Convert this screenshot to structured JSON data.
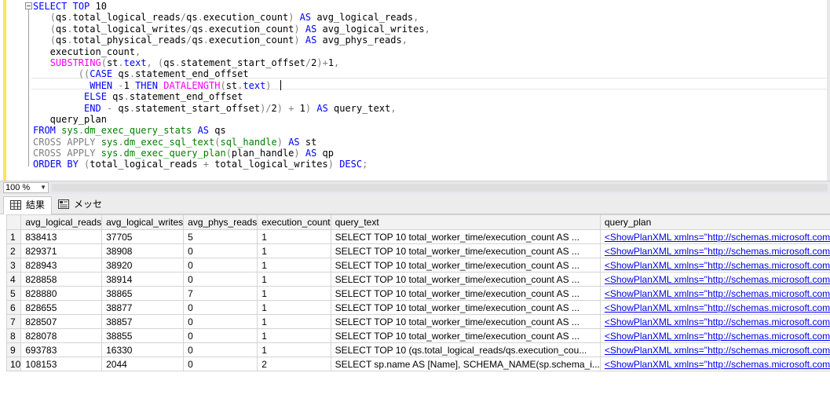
{
  "editor": {
    "lines": [
      [
        {
          "t": "SELECT",
          "c": "kw"
        },
        {
          "t": " "
        },
        {
          "t": "TOP",
          "c": "kw"
        },
        {
          "t": " 10"
        }
      ],
      [
        {
          "t": "   "
        },
        {
          "t": "(",
          "c": "op"
        },
        {
          "t": "qs"
        },
        {
          "t": ".",
          "c": "op"
        },
        {
          "t": "total_logical_reads"
        },
        {
          "t": "/",
          "c": "op"
        },
        {
          "t": "qs"
        },
        {
          "t": ".",
          "c": "op"
        },
        {
          "t": "execution_count"
        },
        {
          "t": ")",
          "c": "op"
        },
        {
          "t": " "
        },
        {
          "t": "AS",
          "c": "kw"
        },
        {
          "t": " avg_logical_reads"
        },
        {
          "t": ",",
          "c": "op"
        }
      ],
      [
        {
          "t": "   "
        },
        {
          "t": "(",
          "c": "op"
        },
        {
          "t": "qs"
        },
        {
          "t": ".",
          "c": "op"
        },
        {
          "t": "total_logical_writes"
        },
        {
          "t": "/",
          "c": "op"
        },
        {
          "t": "qs"
        },
        {
          "t": ".",
          "c": "op"
        },
        {
          "t": "execution_count"
        },
        {
          "t": ")",
          "c": "op"
        },
        {
          "t": " "
        },
        {
          "t": "AS",
          "c": "kw"
        },
        {
          "t": " avg_logical_writes"
        },
        {
          "t": ",",
          "c": "op"
        }
      ],
      [
        {
          "t": "   "
        },
        {
          "t": "(",
          "c": "op"
        },
        {
          "t": "qs"
        },
        {
          "t": ".",
          "c": "op"
        },
        {
          "t": "total_physical_reads"
        },
        {
          "t": "/",
          "c": "op"
        },
        {
          "t": "qs"
        },
        {
          "t": ".",
          "c": "op"
        },
        {
          "t": "execution_count"
        },
        {
          "t": ")",
          "c": "op"
        },
        {
          "t": " "
        },
        {
          "t": "AS",
          "c": "kw"
        },
        {
          "t": " avg_phys_reads"
        },
        {
          "t": ",",
          "c": "op"
        }
      ],
      [
        {
          "t": "   execution_count"
        },
        {
          "t": ",",
          "c": "op"
        }
      ],
      [
        {
          "t": "   "
        },
        {
          "t": "SUBSTRING",
          "c": "fn"
        },
        {
          "t": "(",
          "c": "op"
        },
        {
          "t": "st"
        },
        {
          "t": ".",
          "c": "op"
        },
        {
          "t": "text",
          "c": "kw"
        },
        {
          "t": ",",
          "c": "op"
        },
        {
          "t": " "
        },
        {
          "t": "(",
          "c": "op"
        },
        {
          "t": "qs"
        },
        {
          "t": ".",
          "c": "op"
        },
        {
          "t": "statement_start_offset"
        },
        {
          "t": "/",
          "c": "op"
        },
        {
          "t": "2"
        },
        {
          "t": ")+",
          "c": "op"
        },
        {
          "t": "1"
        },
        {
          "t": ",",
          "c": "op"
        }
      ],
      [
        {
          "t": "        "
        },
        {
          "t": "((",
          "c": "op"
        },
        {
          "t": "CASE",
          "c": "kw"
        },
        {
          "t": " qs"
        },
        {
          "t": ".",
          "c": "op"
        },
        {
          "t": "statement_end_offset"
        }
      ],
      [
        {
          "t": "          "
        },
        {
          "t": "WHEN",
          "c": "kw"
        },
        {
          "t": " "
        },
        {
          "t": "-",
          "c": "op"
        },
        {
          "t": "1 "
        },
        {
          "t": "THEN",
          "c": "kw"
        },
        {
          "t": " "
        },
        {
          "t": "DATALENGTH",
          "c": "fn"
        },
        {
          "t": "(",
          "c": "op"
        },
        {
          "t": "st"
        },
        {
          "t": ".",
          "c": "op"
        },
        {
          "t": "text",
          "c": "kw"
        },
        {
          "t": ")",
          "c": "op"
        },
        {
          "t": " "
        }
      ],
      [
        {
          "t": "         "
        },
        {
          "t": "ELSE",
          "c": "kw"
        },
        {
          "t": " qs"
        },
        {
          "t": ".",
          "c": "op"
        },
        {
          "t": "statement_end_offset"
        }
      ],
      [
        {
          "t": "         "
        },
        {
          "t": "END",
          "c": "kw"
        },
        {
          "t": " "
        },
        {
          "t": "-",
          "c": "op"
        },
        {
          "t": " qs"
        },
        {
          "t": ".",
          "c": "op"
        },
        {
          "t": "statement_start_offset"
        },
        {
          "t": ")/",
          "c": "op"
        },
        {
          "t": "2"
        },
        {
          "t": ")",
          "c": "op"
        },
        {
          "t": " "
        },
        {
          "t": "+",
          "c": "op"
        },
        {
          "t": " 1"
        },
        {
          "t": ")",
          "c": "op"
        },
        {
          "t": " "
        },
        {
          "t": "AS",
          "c": "kw"
        },
        {
          "t": " query_text"
        },
        {
          "t": ",",
          "c": "op"
        }
      ],
      [
        {
          "t": "   query_plan"
        }
      ],
      [
        {
          "t": "FROM",
          "c": "kw"
        },
        {
          "t": " "
        },
        {
          "t": "sys",
          "c": "sys"
        },
        {
          "t": ".",
          "c": "op"
        },
        {
          "t": "dm_exec_query_stats",
          "c": "sys"
        },
        {
          "t": " "
        },
        {
          "t": "AS",
          "c": "kw"
        },
        {
          "t": " qs"
        }
      ],
      [
        {
          "t": "CROSS",
          "c": "op"
        },
        {
          "t": " "
        },
        {
          "t": "APPLY",
          "c": "op"
        },
        {
          "t": " "
        },
        {
          "t": "sys",
          "c": "sys"
        },
        {
          "t": ".",
          "c": "op"
        },
        {
          "t": "dm_exec_sql_text",
          "c": "sys"
        },
        {
          "t": "(",
          "c": "op"
        },
        {
          "t": "sql_handle",
          "c": "sys"
        },
        {
          "t": ")",
          "c": "op"
        },
        {
          "t": " "
        },
        {
          "t": "AS",
          "c": "kw"
        },
        {
          "t": " st"
        }
      ],
      [
        {
          "t": "CROSS",
          "c": "op"
        },
        {
          "t": " "
        },
        {
          "t": "APPLY",
          "c": "op"
        },
        {
          "t": " "
        },
        {
          "t": "sys",
          "c": "sys"
        },
        {
          "t": ".",
          "c": "op"
        },
        {
          "t": "dm_exec_query_plan",
          "c": "sys"
        },
        {
          "t": "(",
          "c": "op"
        },
        {
          "t": "plan_handle"
        },
        {
          "t": ")",
          "c": "op"
        },
        {
          "t": " "
        },
        {
          "t": "AS",
          "c": "kw"
        },
        {
          "t": " qp"
        }
      ],
      [
        {
          "t": "ORDER",
          "c": "kw"
        },
        {
          "t": " "
        },
        {
          "t": "BY",
          "c": "kw"
        },
        {
          "t": " "
        },
        {
          "t": "(",
          "c": "op"
        },
        {
          "t": "total_logical_reads "
        },
        {
          "t": "+",
          "c": "op"
        },
        {
          "t": " total_logical_writes"
        },
        {
          "t": ")",
          "c": "op"
        },
        {
          "t": " "
        },
        {
          "t": "DESC",
          "c": "kw"
        },
        {
          "t": ";",
          "c": "op"
        }
      ]
    ],
    "colors": {
      "kw": "#0000ff",
      "fn": "#ff00ff",
      "sys": "#008000",
      "op": "#808080"
    }
  },
  "zoom": {
    "value": "100 %"
  },
  "tabs": [
    {
      "label": "結果",
      "icon": "grid-icon",
      "active": true
    },
    {
      "label": "メッセージ",
      "icon": "messages-icon",
      "active": false
    }
  ],
  "results": {
    "columns": [
      "avg_logical_reads",
      "avg_logical_writes",
      "avg_phys_reads",
      "execution_count",
      "query_text",
      "query_plan"
    ],
    "rows": [
      [
        "1",
        "838413",
        "37705",
        "5",
        "1",
        "SELECT TOP 10      total_worker_time/execution_count AS ...",
        "<ShowPlanXML xmlns=\"http://schemas.microsoft.com/..."
      ],
      [
        "2",
        "829371",
        "38908",
        "0",
        "1",
        "SELECT TOP 10      total_worker_time/execution_count AS ...",
        "<ShowPlanXML xmlns=\"http://schemas.microsoft.com/..."
      ],
      [
        "3",
        "828943",
        "38920",
        "0",
        "1",
        "SELECT TOP 10      total_worker_time/execution_count AS ...",
        "<ShowPlanXML xmlns=\"http://schemas.microsoft.com/..."
      ],
      [
        "4",
        "828858",
        "38914",
        "0",
        "1",
        "SELECT TOP 10      total_worker_time/execution_count AS ...",
        "<ShowPlanXML xmlns=\"http://schemas.microsoft.com/..."
      ],
      [
        "5",
        "828880",
        "38865",
        "7",
        "1",
        "SELECT TOP 10      total_worker_time/execution_count AS ...",
        "<ShowPlanXML xmlns=\"http://schemas.microsoft.com/..."
      ],
      [
        "6",
        "828655",
        "38877",
        "0",
        "1",
        "SELECT TOP 10      total_worker_time/execution_count AS ...",
        "<ShowPlanXML xmlns=\"http://schemas.microsoft.com/..."
      ],
      [
        "7",
        "828507",
        "38857",
        "0",
        "1",
        "SELECT TOP 10      total_worker_time/execution_count AS ...",
        "<ShowPlanXML xmlns=\"http://schemas.microsoft.com/..."
      ],
      [
        "8",
        "828078",
        "38855",
        "0",
        "1",
        "SELECT TOP 10      total_worker_time/execution_count AS ...",
        "<ShowPlanXML xmlns=\"http://schemas.microsoft.com/..."
      ],
      [
        "9",
        "693783",
        "16330",
        "0",
        "1",
        "SELECT TOP 10      (qs.total_logical_reads/qs.execution_cou...",
        "<ShowPlanXML xmlns=\"http://schemas.microsoft.com/..."
      ],
      [
        "10",
        "108153",
        "2044",
        "0",
        "2",
        "SELECT sp.name AS [Name], SCHEMA_NAME(sp.schema_i...",
        "<ShowPlanXML xmlns=\"http://schemas.microsoft.com/..."
      ]
    ]
  }
}
